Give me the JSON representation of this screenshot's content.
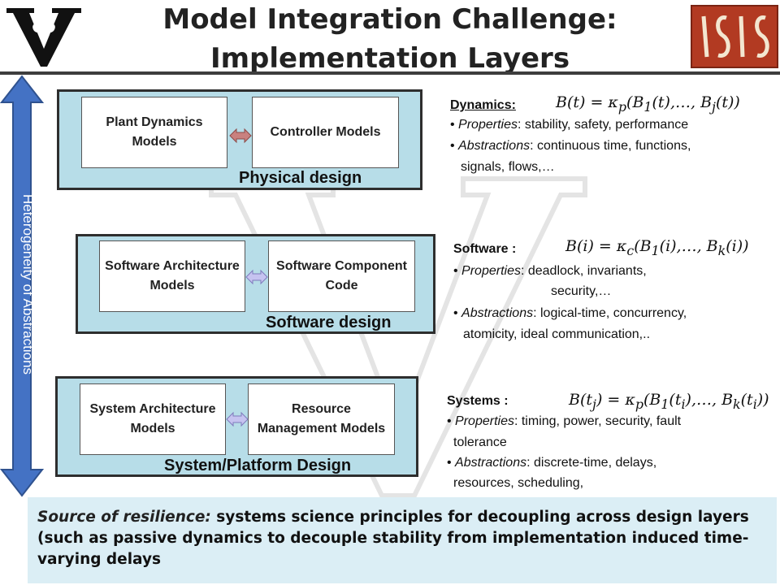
{
  "title": {
    "line1": "Model Integration Challenge:",
    "line2": "Implementation Layers"
  },
  "logos": {
    "left": "vanderbilt-v-logo",
    "right": "isis-logo"
  },
  "side_arrow": {
    "label": "Heterogeneity of Abstractions",
    "color": "#4472c4"
  },
  "layers": {
    "physical": {
      "label": "Physical design",
      "left_box": "Plant Dynamics Models",
      "right_box": "Controller Models"
    },
    "software": {
      "label": "Software design",
      "left_box": "Software Architecture Models",
      "right_box": "Software Component Code"
    },
    "system": {
      "label": "System/Platform Design",
      "left_box": "System Architecture Models",
      "right_box": "Resource Management Models"
    }
  },
  "descriptions": {
    "dynamics": {
      "heading": "Dynamics:",
      "formula": "B(t) = κp(B1(t),…, Bj(t))",
      "properties_label": "Properties",
      "properties_text": ": stability, safety, performance",
      "abstractions_label": "Abstractions",
      "abstractions_text": ": continuous time, functions,",
      "abstractions_cont": "signals, flows,…"
    },
    "software": {
      "heading": "Software :",
      "formula": "B(i) = κc(B1(i),…, Bk(i))",
      "properties_label": "Properties",
      "properties_text": ": deadlock, invariants,",
      "properties_cont": "security,…",
      "abstractions_label": "Abstractions",
      "abstractions_text": ": logical-time, concurrency,",
      "abstractions_cont": "atomicity, ideal communication,.."
    },
    "systems": {
      "heading": "Systems :",
      "formula": "B(tj) = κp(B1(ti),…, Bk(ti))",
      "properties_label": "Properties",
      "properties_text": ": timing, power, security, fault",
      "properties_cont": "tolerance",
      "abstractions_label": "Abstractions",
      "abstractions_text": ": discrete-time, delays,",
      "abstractions_cont": "resources, scheduling,"
    }
  },
  "bottom": {
    "italic": "Source of resilience:",
    "text": " systems science principles for decoupling across design layers (such as passive dynamics to decouple stability from implementation induced time-varying delays"
  },
  "colors": {
    "layer_fill": "#b7dde8",
    "red_arrow": "#c9817f",
    "purple_arrow": "#c6c3f0",
    "bottom_fill": "#dbeef5",
    "isis_red": "#b23a22"
  }
}
